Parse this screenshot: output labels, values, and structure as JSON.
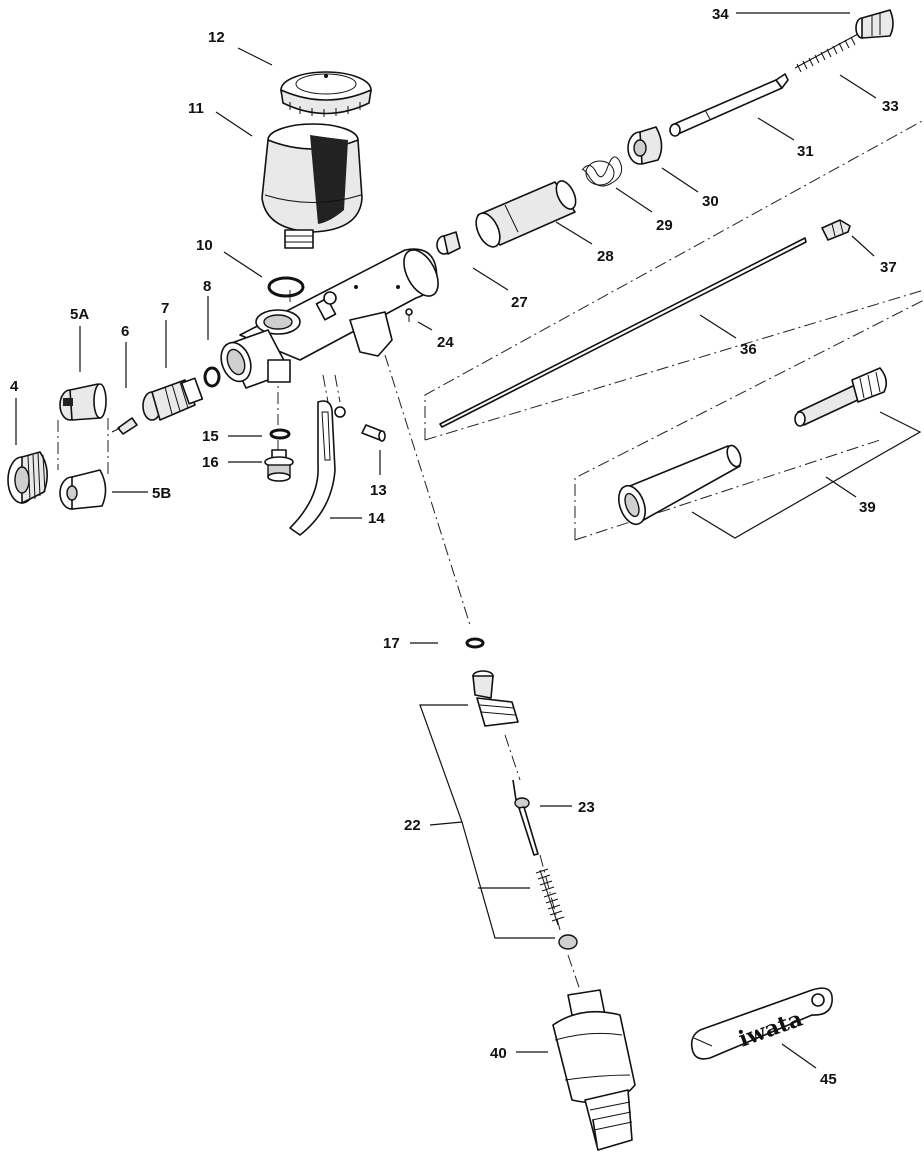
{
  "parts": {
    "p4": "4",
    "p5a": "5A",
    "p5b": "5B",
    "p6": "6",
    "p7": "7",
    "p8": "8",
    "p10": "10",
    "p11": "11",
    "p12": "12",
    "p13": "13",
    "p14": "14",
    "p15": "15",
    "p16": "16",
    "p17": "17",
    "p22": "22",
    "p23": "23",
    "p24": "24",
    "p27": "27",
    "p28": "28",
    "p29": "29",
    "p30": "30",
    "p31": "31",
    "p33": "33",
    "p34": "34",
    "p36": "36",
    "p37": "37",
    "p39": "39",
    "p40": "40",
    "p45": "45"
  },
  "wrench_logo": "iwata"
}
